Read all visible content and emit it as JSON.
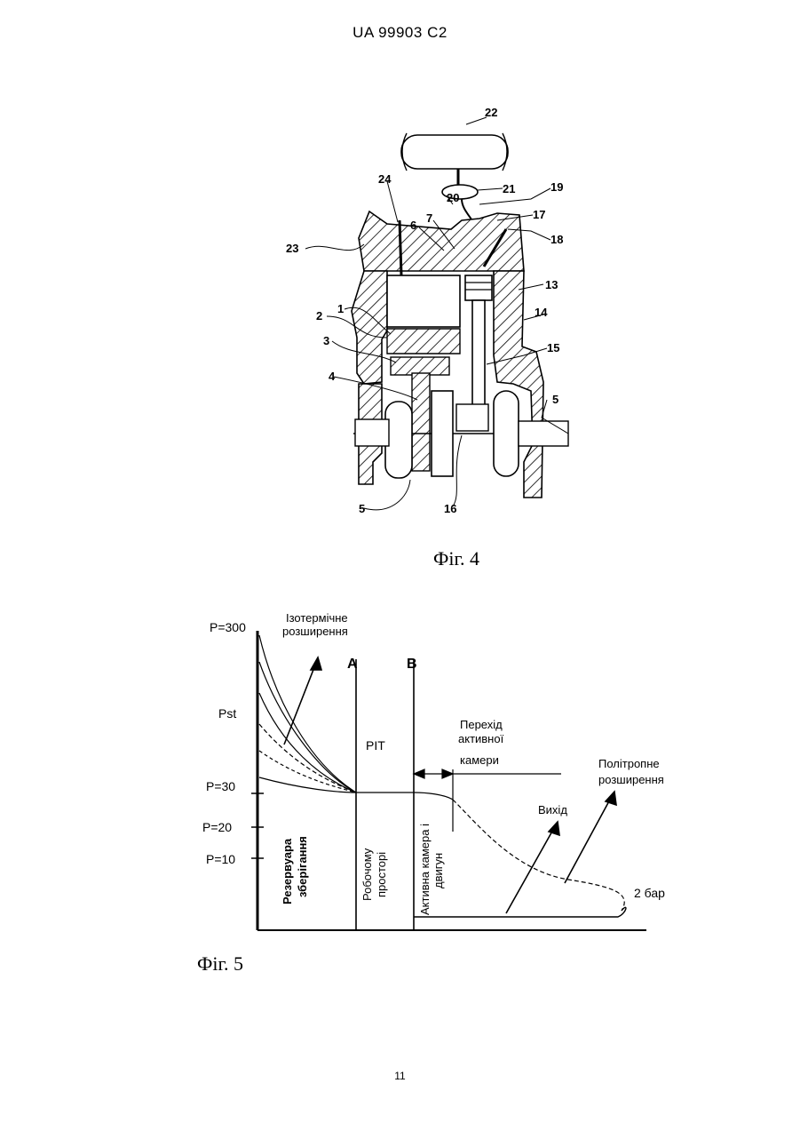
{
  "header": {
    "doc_id": "UA   99903   C2"
  },
  "figure4": {
    "caption": "Фіг. 4",
    "labels": [
      "22",
      "21",
      "19",
      "20",
      "24",
      "17",
      "6",
      "7",
      "18",
      "23",
      "13",
      "1",
      "2",
      "14",
      "3",
      "15",
      "4",
      "5",
      "5",
      "16"
    ]
  },
  "figure5": {
    "caption": "Фіг. 5",
    "y_ticks": [
      "P=300",
      "Pst",
      "P=30",
      "P=20",
      "P=10"
    ],
    "line_a": "A",
    "line_b": "B",
    "pit": "PIT",
    "isothermal_label": [
      "Ізотермічне",
      "розширення"
    ],
    "transition_label": [
      "Перехід",
      "активної",
      "камери"
    ],
    "polytropic_label": [
      "Політропне",
      "розширення"
    ],
    "exhaust_label": "Вихід",
    "end_pressure": "2 бар",
    "region_tank": [
      "Резервуара",
      "зберігання"
    ],
    "region_work": [
      "Робочому",
      "просторі"
    ],
    "region_active": [
      "Активна камера і",
      "двигун"
    ]
  },
  "page_number": "11"
}
